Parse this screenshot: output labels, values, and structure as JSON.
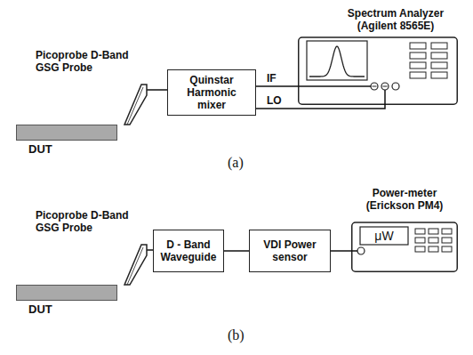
{
  "diagram": {
    "nodes": [
      {
        "text": [
          "Picoprobe D-Band GSG Probe"
        ]
      },
      {
        "text": [
          "DUT"
        ]
      },
      {
        "text": [
          "Quinstar Harmonic mixer"
        ]
      },
      {
        "text": [
          "Spectrum Analyzer (Agilent 8565E)"
        ]
      },
      {
        "text": [
          "Picoprobe D-Band GSG Probe"
        ]
      },
      {
        "text": [
          "DUT"
        ]
      },
      {
        "text": [
          "D - Band Waveguide"
        ]
      },
      {
        "text": [
          "VDI Power sensor"
        ]
      },
      {
        "text": [
          "Power-meter (Erickson PM4)",
          "μW"
        ]
      }
    ],
    "edges": [
      {
        "from": 0,
        "to": 2,
        "arrow": "none"
      },
      {
        "from": 2,
        "to": 3,
        "label": "IF",
        "arrow": "none"
      },
      {
        "from": 2,
        "to": 3,
        "label": "LO",
        "arrow": "none"
      },
      {
        "from": 4,
        "to": 6,
        "arrow": "none"
      },
      {
        "from": 6,
        "to": 7,
        "arrow": "none"
      },
      {
        "from": 7,
        "to": 8,
        "arrow": "none"
      }
    ],
    "labels": [
      "(a)",
      "(b)"
    ]
  }
}
